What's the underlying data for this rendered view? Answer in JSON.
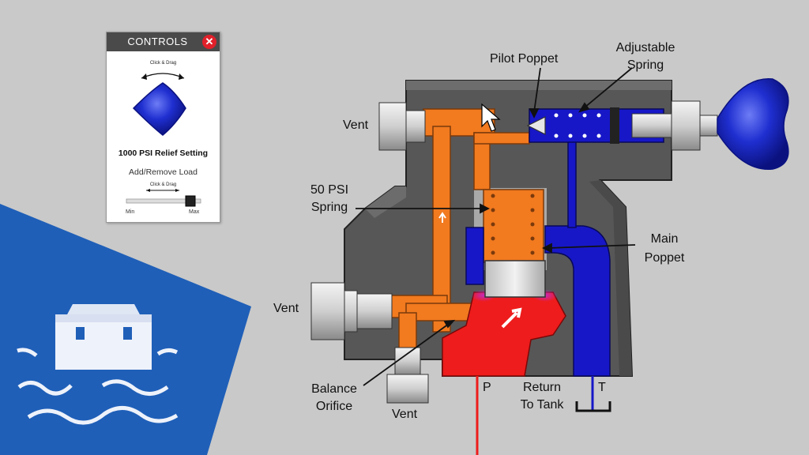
{
  "controls": {
    "title": "CONTROLS",
    "close_glyph": "✕",
    "knob_hint": "Click & Drag",
    "setting_label": "1000 PSI Relief Setting",
    "load_label": "Add/Remove Load",
    "slider_hint": "Click & Drag",
    "slider_min": "Min",
    "slider_max": "Max"
  },
  "labels": {
    "pilot_poppet": "Pilot Poppet",
    "adjustable_spring_1": "Adjustable",
    "adjustable_spring_2": "Spring",
    "vent_top": "Vent",
    "spring_50_1": "50 PSI",
    "spring_50_2": "Spring",
    "main_poppet_1": "Main",
    "main_poppet_2": "Poppet",
    "vent_left": "Vent",
    "balance_1": "Balance",
    "balance_2": "Orifice",
    "vent_bottom": "Vent",
    "port_p": "P",
    "return_1": "Return",
    "return_2": "To Tank",
    "port_t": "T"
  },
  "colors": {
    "orange": "#f27a1f",
    "blue": "#1717c8",
    "red": "#ee1c1c",
    "brand_blue": "#1f5fb8",
    "body_gray": "#5a5a5a"
  }
}
